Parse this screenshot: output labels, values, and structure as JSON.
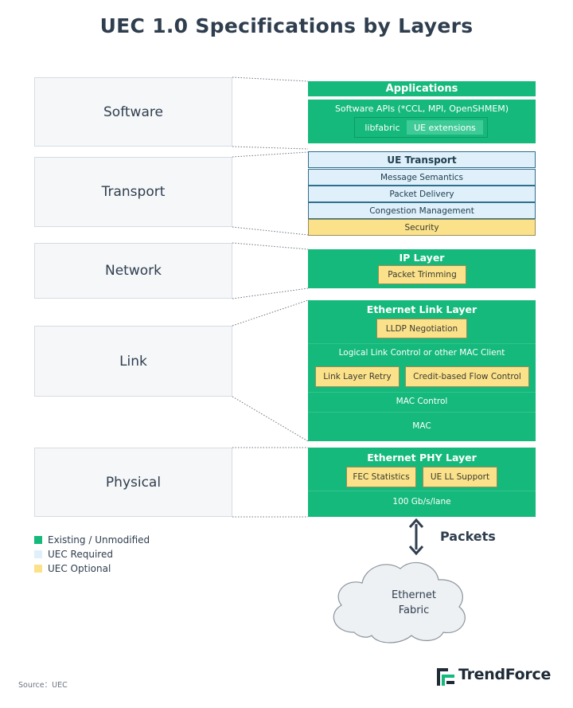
{
  "title": "UEC 1.0 Specifications by Layers",
  "layers": {
    "software": "Software",
    "transport": "Transport",
    "network": "Network",
    "link": "Link",
    "physical": "Physical"
  },
  "software_stack": {
    "applications": "Applications",
    "apis": "Software APIs (*CCL, MPI, OpenSHMEM)",
    "libfabric": "libfabric",
    "ue_extensions": "UE extensions"
  },
  "transport_stack": {
    "header": "UE Transport",
    "message_semantics": "Message Semantics",
    "packet_delivery": "Packet Delivery",
    "congestion_management": "Congestion Management",
    "security": "Security"
  },
  "network_stack": {
    "header": "IP Layer",
    "packet_trimming": "Packet Trimming"
  },
  "link_stack": {
    "header": "Ethernet Link Layer",
    "lldp": "LLDP Negotiation",
    "llc": "Logical Link Control or other MAC Client",
    "link_layer_retry": "Link Layer Retry",
    "credit_flow_control": "Credit-based Flow Control",
    "mac_control": "MAC Control",
    "mac": "MAC"
  },
  "physical_stack": {
    "header": "Ethernet PHY Layer",
    "fec_statistics": "FEC Statistics",
    "ue_ll_support": "UE LL Support",
    "rate": "100 Gb/s/lane"
  },
  "packets_label": "Packets",
  "fabric": {
    "line1": "Ethernet",
    "line2": "Fabric"
  },
  "legend": [
    {
      "label": "Existing / Unmodified",
      "color": "#15b97b"
    },
    {
      "label": "UEC Required",
      "color": "#dff0fb"
    },
    {
      "label": "UEC Optional",
      "color": "#fbe28a"
    }
  ],
  "source": "Source：UEC",
  "brand": "TrendForce"
}
